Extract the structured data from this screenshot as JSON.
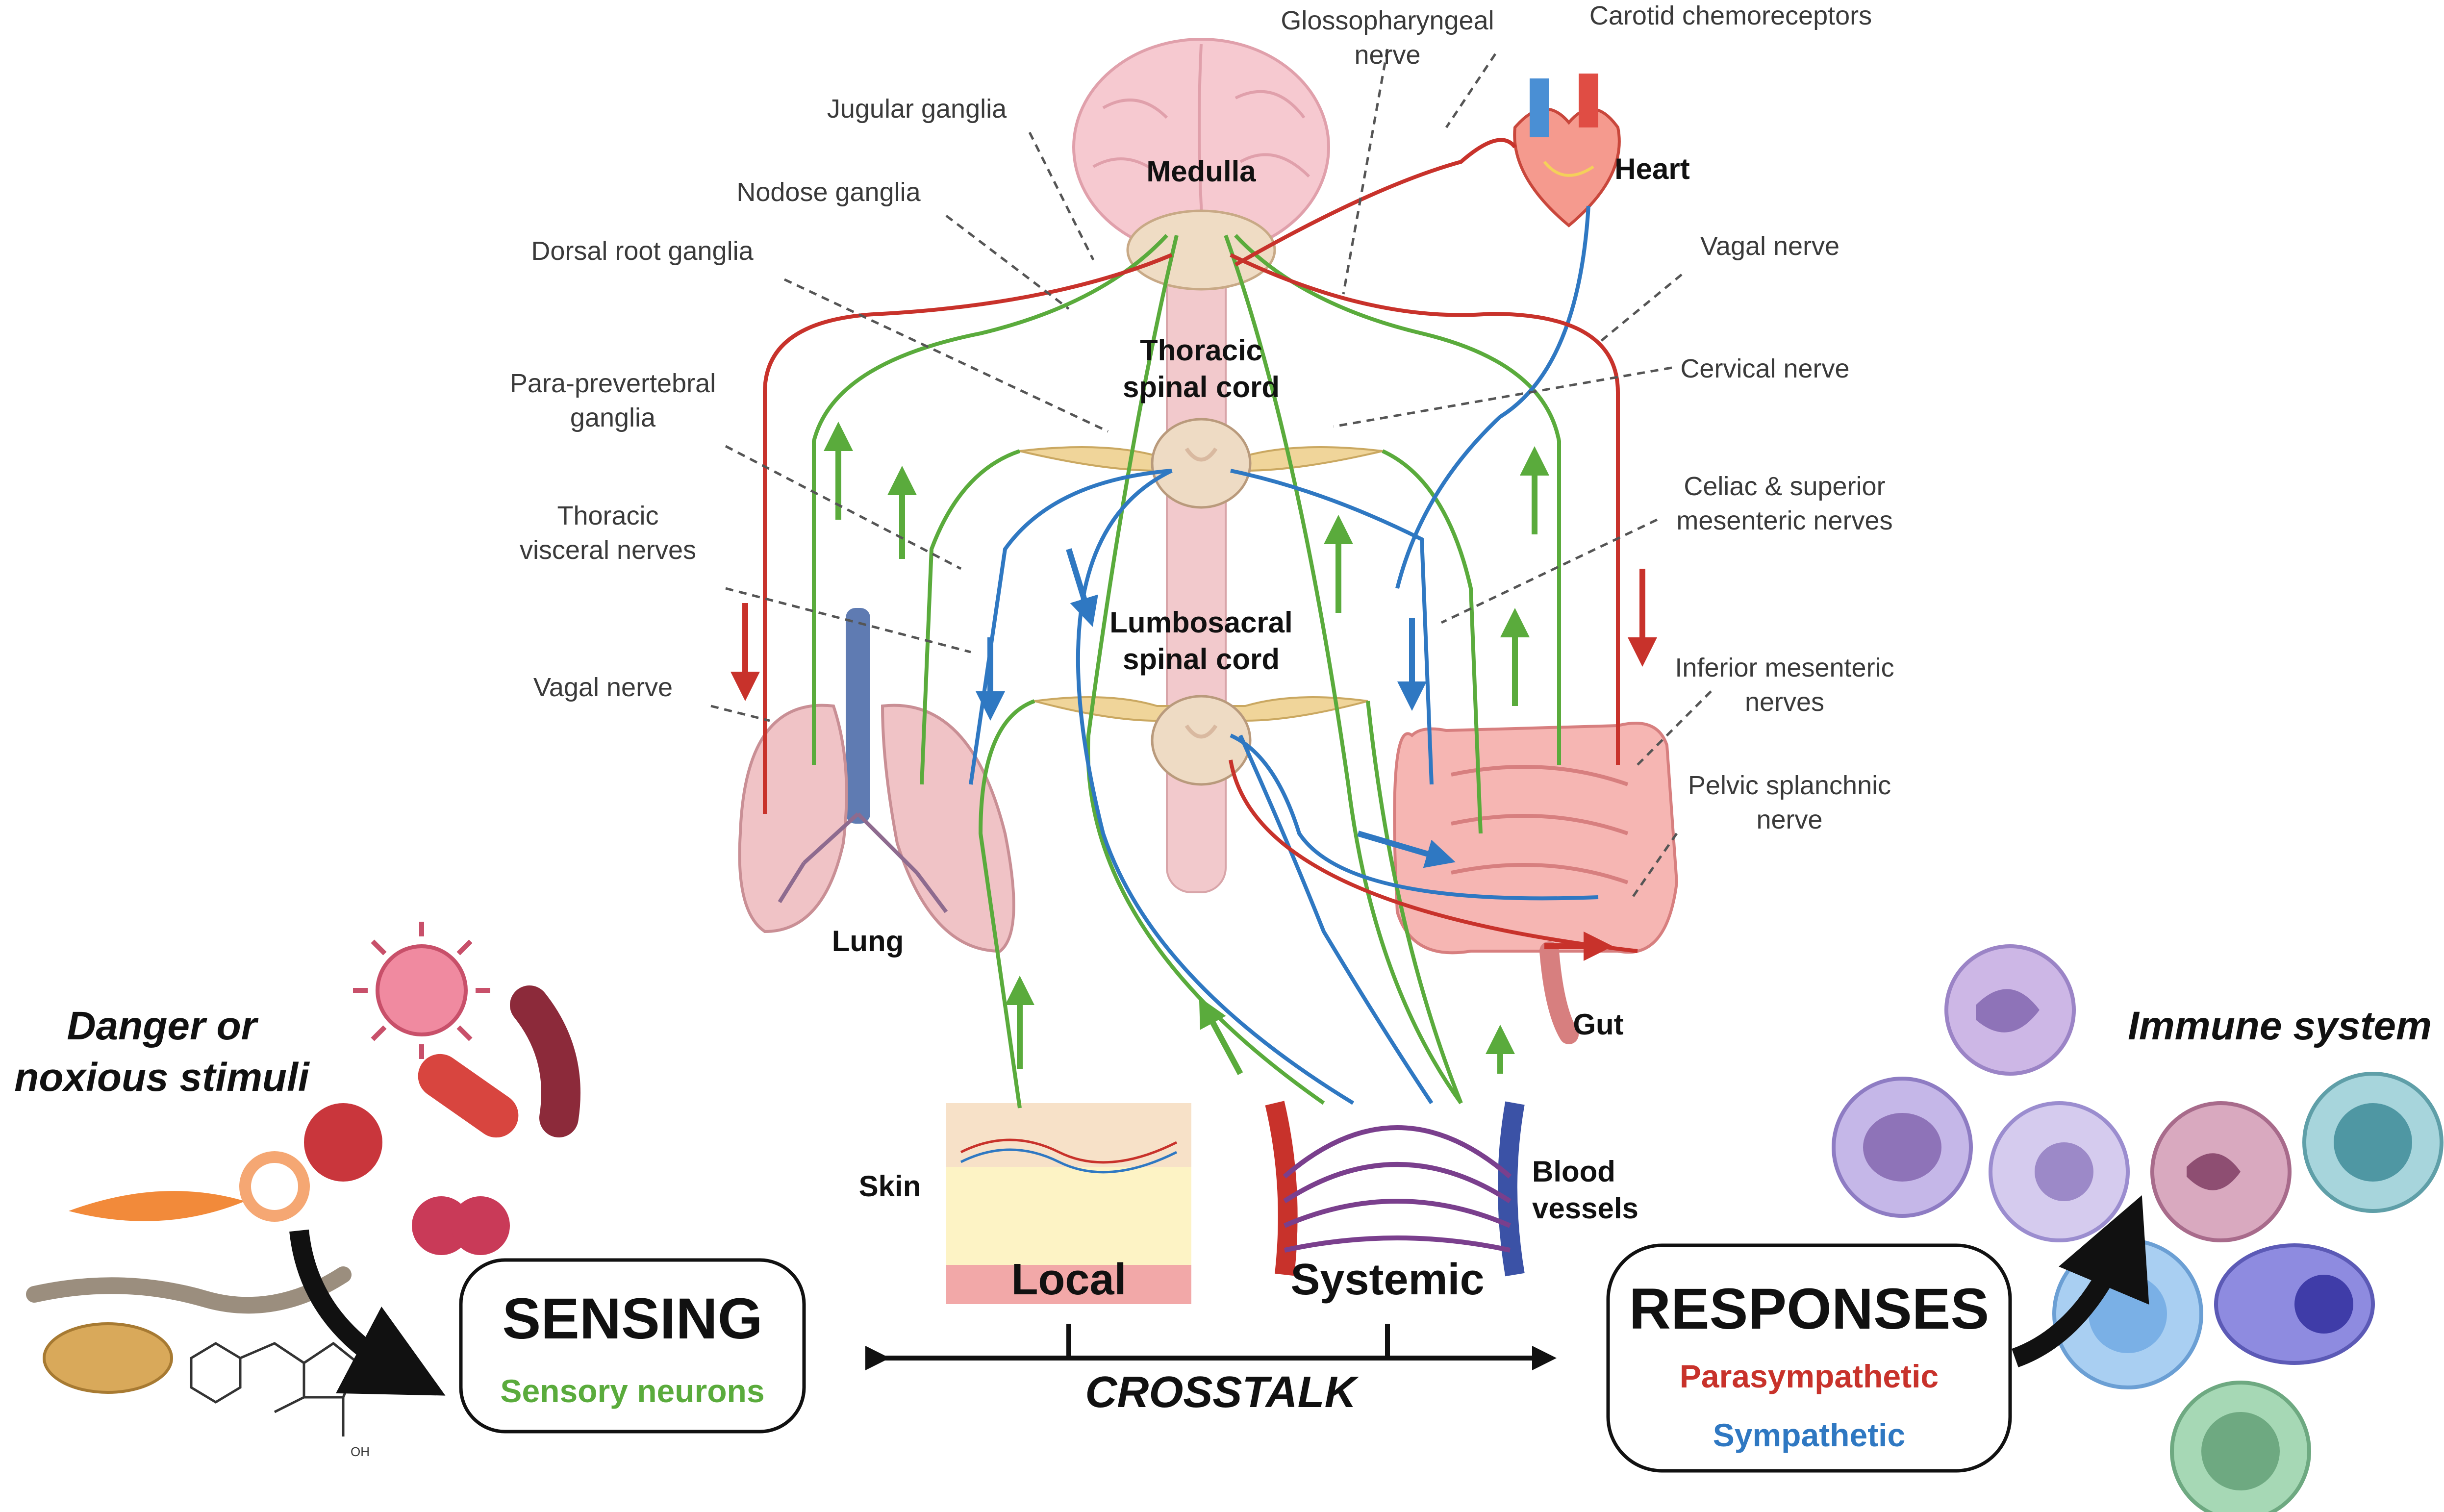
{
  "labels": {
    "glossopharyngeal": [
      "Glossopharyngeal",
      "nerve"
    ],
    "carotid": "Carotid chemoreceptors",
    "jugular": "Jugular ganglia",
    "nodose": "Nodose ganglia",
    "drg": "Dorsal root ganglia",
    "para_prevertebral": [
      "Para-prevertebral",
      "ganglia"
    ],
    "thoracic_visceral": [
      "Thoracic",
      "visceral nerves"
    ],
    "vagal_left": "Vagal nerve",
    "vagal_right": "Vagal nerve",
    "cervical": "Cervical nerve",
    "celiac": [
      "Celiac & superior",
      "mesenteric  nerves"
    ],
    "inferior_mesenteric": [
      "Inferior mesenteric",
      "nerves"
    ],
    "pelvic": [
      "Pelvic splanchnic",
      "nerve"
    ]
  },
  "organs": {
    "medulla": "Medulla",
    "heart": "Heart",
    "thoracic_cord": [
      "Thoracic",
      "spinal cord"
    ],
    "lumbosacral_cord": [
      "Lumbosacral",
      "spinal cord"
    ],
    "lung": "Lung",
    "gut": "Gut",
    "skin": "Skin",
    "blood_vessels": [
      "Blood",
      "vessels"
    ]
  },
  "stimuli": [
    "Danger or",
    "noxious stimuli"
  ],
  "immune": "Immune system",
  "sensing": {
    "title": "SENSING",
    "subtitle": "Sensory neurons"
  },
  "responses": {
    "title": "RESPONSES",
    "parasympathetic": "Parasympathetic",
    "sympathetic": "Sympathetic"
  },
  "crosstalk": {
    "label": "CROSSTALK",
    "local": "Local",
    "systemic": "Systemic"
  },
  "molecule_label": "OH",
  "colors": {
    "sensory": "#5aab3c",
    "sympathetic": "#2f78c2",
    "parasympathetic": "#c8322b"
  },
  "icons": [
    "brain-icon",
    "heart-icon",
    "lung-icon",
    "gut-icon",
    "skin-icon",
    "blood-vessel-icon",
    "bacteria-icon",
    "virus-icon",
    "parasite-icon",
    "peanut-icon",
    "penicillin-molecule-icon",
    "immune-cell-icon"
  ]
}
